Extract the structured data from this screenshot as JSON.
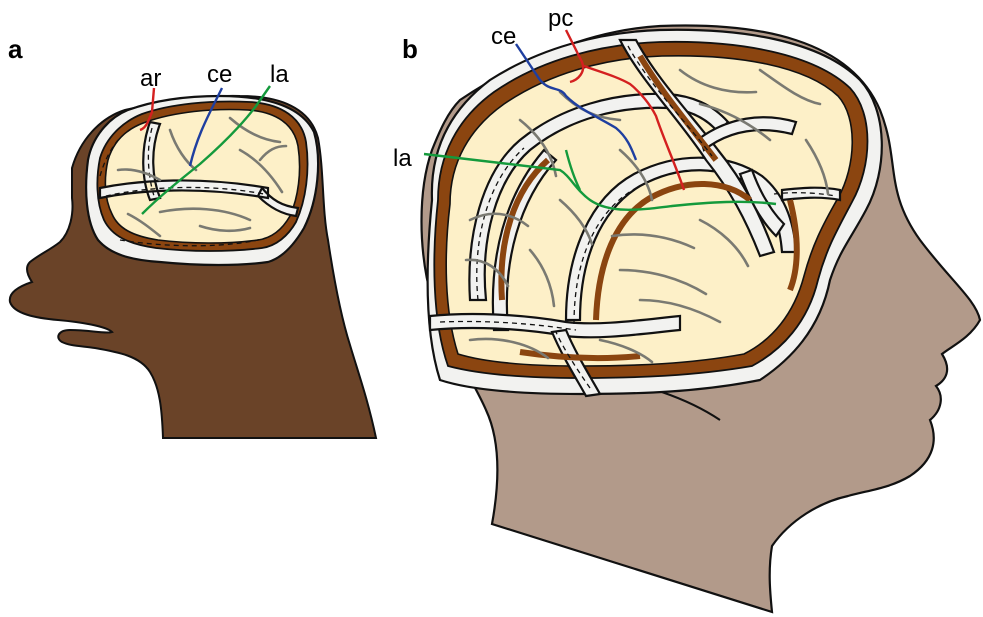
{
  "panels": [
    {
      "letter": "a",
      "head_color": "#6a4328",
      "labels": [
        {
          "text": "ar",
          "color": "#d42020"
        },
        {
          "text": "ce",
          "color": "#1f3fa0"
        },
        {
          "text": "la",
          "color": "#149a3c"
        }
      ]
    },
    {
      "letter": "b",
      "head_color": "#b29a8a",
      "labels": [
        {
          "text": "ce",
          "color": "#1f3fa0"
        },
        {
          "text": "pc",
          "color": "#d42020"
        },
        {
          "text": "la",
          "color": "#149a3c"
        }
      ]
    }
  ],
  "colors": {
    "bone": "#f2f2f0",
    "dura": "#8b4510",
    "cortex": "#fdf0c8",
    "sulci": "#7a7a72"
  }
}
